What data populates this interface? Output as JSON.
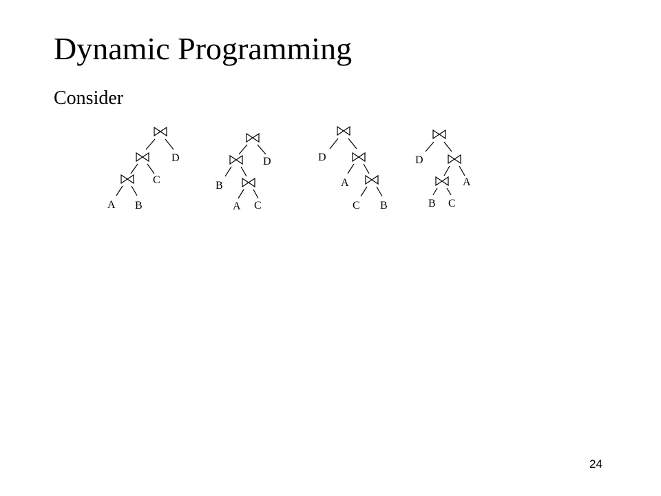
{
  "slide": {
    "title": "Dynamic Programming",
    "bullet": "Consider",
    "page_number": "24"
  },
  "join_symbol": "natural-join-bowtie-icon",
  "trees": [
    {
      "name": "tree-1",
      "expression": "((A ⋈ B) ⋈ C) ⋈ D",
      "leaves": [
        "A",
        "B",
        "C",
        "D"
      ]
    },
    {
      "name": "tree-2",
      "expression": "(B ⋈ (A ⋈ C)) ⋈ D",
      "leaves": [
        "B",
        "A",
        "C",
        "D"
      ]
    },
    {
      "name": "tree-3",
      "expression": "D ⋈ (A ⋈ (C ⋈ B))",
      "leaves": [
        "D",
        "A",
        "C",
        "B"
      ]
    },
    {
      "name": "tree-4",
      "expression": "D ⋈ ((B ⋈ C) ⋈ A)",
      "leaves": [
        "D",
        "B",
        "C",
        "A"
      ]
    }
  ]
}
